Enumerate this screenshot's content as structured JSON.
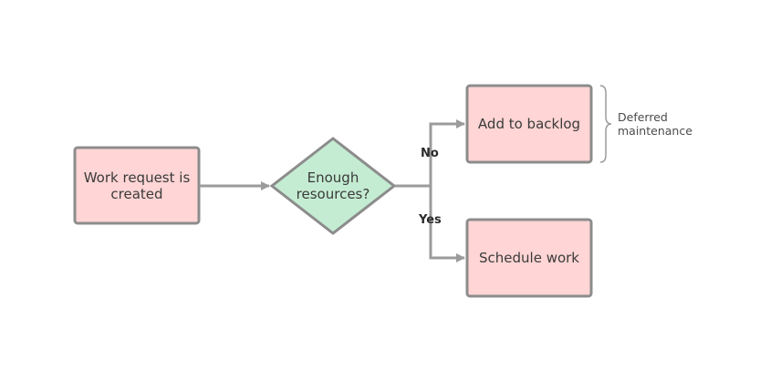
{
  "diagram": {
    "start_node": {
      "label": "Work request is\ncreated"
    },
    "decision_node": {
      "label": "Enough\nresources?"
    },
    "backlog_node": {
      "label": "Add to backlog"
    },
    "schedule_node": {
      "label": "Schedule work"
    },
    "edge_no": {
      "label": "No"
    },
    "edge_yes": {
      "label": "Yes"
    },
    "annotation": {
      "label": "Deferred\nmaintenance"
    }
  },
  "colors": {
    "process_fill": "#ffd5d5",
    "decision_fill": "#c4ecd2",
    "stroke": "#8c8c8c",
    "connector": "#9b9b9b"
  }
}
